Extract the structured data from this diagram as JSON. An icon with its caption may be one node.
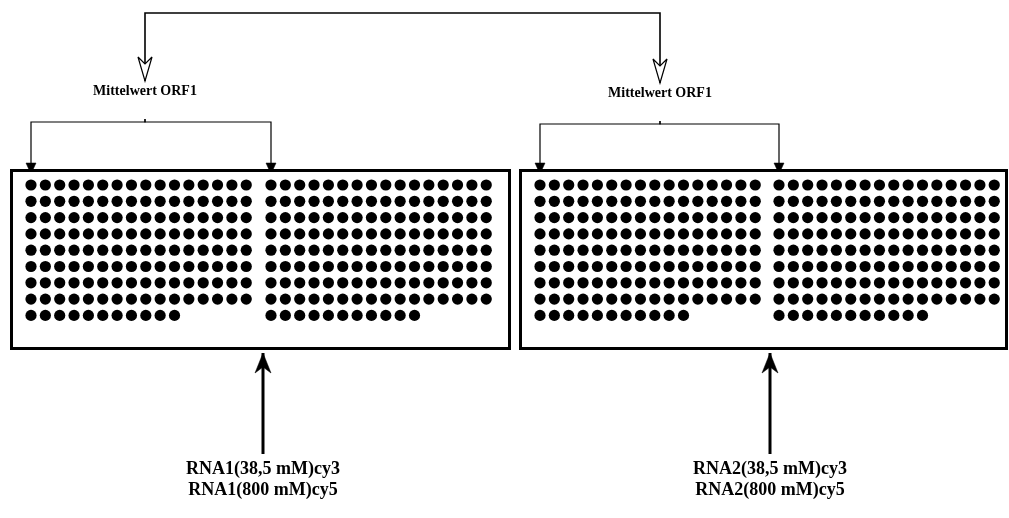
{
  "diagram": {
    "nodes": [
      {
        "text": [
          "Mittelwert ORF1"
        ]
      },
      {
        "text": [
          "Mittelwert ORF1"
        ]
      },
      {
        "text": [],
        "shape": "box"
      },
      {
        "text": [],
        "shape": "grid",
        "in": 2
      },
      {
        "text": [],
        "shape": "grid",
        "in": 2
      },
      {
        "text": [],
        "shape": "box"
      },
      {
        "text": [],
        "shape": "grid",
        "in": 5
      },
      {
        "text": [],
        "shape": "grid",
        "in": 5
      },
      {
        "text": [
          "RNA1(38,5 mM)cy3",
          "RNA1(800 mM)cy5"
        ]
      },
      {
        "text": [
          "RNA2(38,5 mM)cy3",
          "RNA2(800 mM)cy5"
        ]
      }
    ],
    "edges": [
      {
        "from": 0,
        "to": 1,
        "arrow": "both"
      },
      {
        "from": 0,
        "to": 3,
        "arrow": "to"
      },
      {
        "from": 0,
        "to": 4,
        "arrow": "to"
      },
      {
        "from": 1,
        "to": 6,
        "arrow": "to"
      },
      {
        "from": 1,
        "to": 7,
        "arrow": "to"
      },
      {
        "from": 8,
        "to": 2,
        "arrow": "to",
        "style": "thick"
      },
      {
        "from": 9,
        "to": 5,
        "arrow": "to",
        "style": "thick"
      }
    ]
  }
}
